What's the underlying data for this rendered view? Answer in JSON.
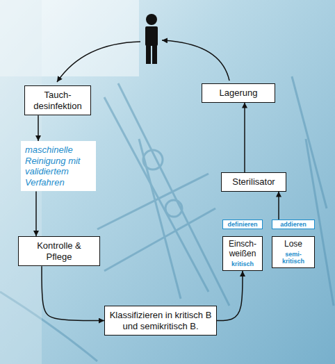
{
  "diagram": {
    "nodes": [
      {
        "text": [
          "Tauch- desinfektion"
        ]
      },
      {
        "text": [
          "Lagerung"
        ]
      },
      {
        "text": [
          "maschinelle Reinigung mit validiertem Verfahren"
        ]
      },
      {
        "text": [
          "Sterilisator"
        ]
      },
      {
        "text": [
          "definieren"
        ]
      },
      {
        "text": [
          "addieren"
        ]
      },
      {
        "text": [
          "Einsch- weißen",
          "kritisch"
        ]
      },
      {
        "text": [
          "Lose",
          "semi- kritisch"
        ]
      },
      {
        "text": [
          "Kontrolle & Pflege"
        ]
      },
      {
        "text": [
          "Klassifizieren in kritisch B und semikritisch B."
        ]
      }
    ],
    "edges": [
      {
        "from": 0,
        "to": 2,
        "arrow": "to"
      },
      {
        "from": 2,
        "to": 8,
        "arrow": "to"
      },
      {
        "from": 8,
        "to": 9,
        "arrow": "to"
      },
      {
        "from": 9,
        "to": 6,
        "arrow": "to"
      },
      {
        "from": 5,
        "to": 3,
        "arrow": "to"
      },
      {
        "from": 3,
        "to": 1,
        "arrow": "to"
      }
    ]
  }
}
